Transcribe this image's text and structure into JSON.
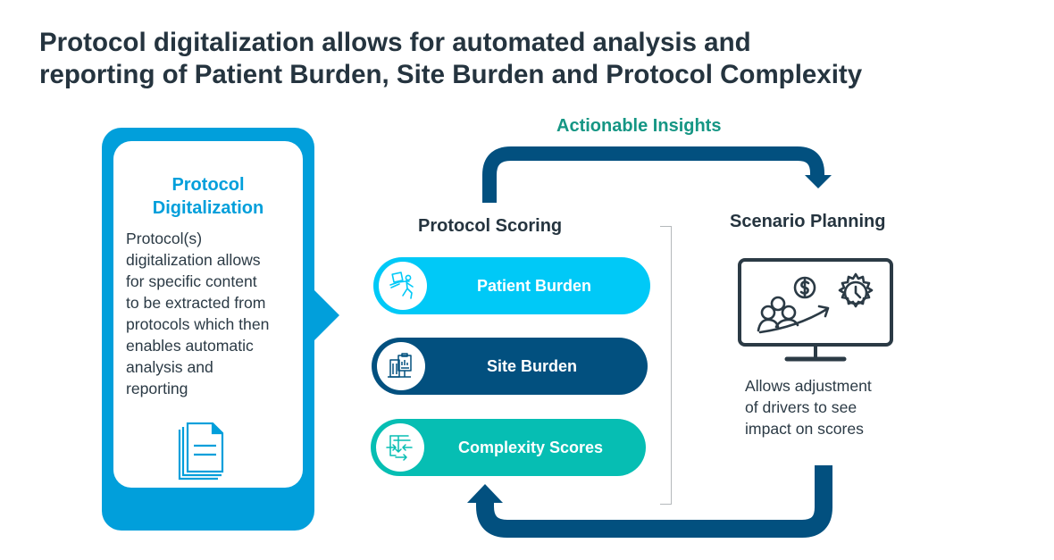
{
  "title": {
    "line1": "Protocol digitalization allows for automated analysis and",
    "line2": "reporting of Patient Burden, Site Burden and Protocol Complexity"
  },
  "colors": {
    "title_text": "#25343f",
    "card_blue": "#019fdb",
    "patient_burden": "#00c9f7",
    "site_burden": "#02507f",
    "complexity_scores": "#06beb3",
    "arrow": "#02507f",
    "insights_text": "#159684",
    "monitor_stroke": "#2b3a45"
  },
  "digitalization_card": {
    "heading_line1": "Protocol",
    "heading_line2": "Digitalization",
    "body_lines": [
      "Protocol(s)",
      "digitalization allows",
      "for specific content",
      "to be extracted from",
      "protocols which then",
      "enables automatic",
      "analysis and",
      "reporting"
    ],
    "icon": "documents-stack-icon"
  },
  "flow": {
    "top_arrow_label": "Actionable Insights"
  },
  "protocol_scoring": {
    "heading": "Protocol Scoring",
    "items": [
      {
        "label": "Patient Burden",
        "icon": "patient-carrying-box-icon"
      },
      {
        "label": "Site Burden",
        "icon": "building-clipboard-icon"
      },
      {
        "label": "Complexity Scores",
        "icon": "process-arrows-icon"
      }
    ]
  },
  "scenario_planning": {
    "heading": "Scenario Planning",
    "icon": "monitor-people-growth-gear-icon",
    "body_lines": [
      "Allows adjustment",
      "of drivers to see",
      "impact on scores"
    ]
  }
}
